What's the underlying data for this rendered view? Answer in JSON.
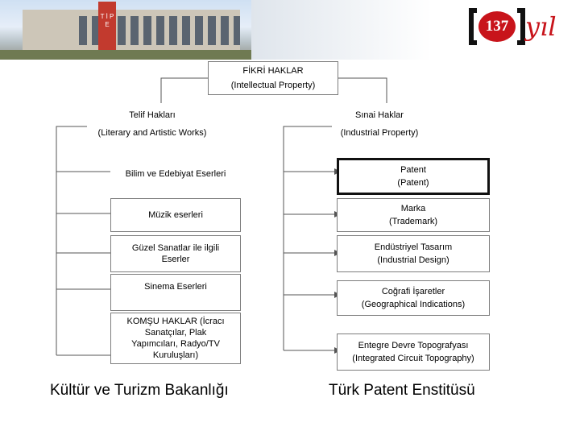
{
  "banner": {
    "tower_text": "T İ P E",
    "logo_number": "137",
    "logo_suffix": "yıl"
  },
  "root": {
    "title": "FİKRİ HAKLAR",
    "subtitle": "(Intellectual Property)"
  },
  "left_branch": {
    "title": "Telif Hakları",
    "subtitle": "(Literary and Artistic Works)",
    "items": [
      {
        "text": "Bilim ve Edebiyat Eserleri"
      },
      {
        "text": "Müzik eserleri"
      },
      {
        "text": "Güzel Sanatlar ile ilgili Eserler"
      },
      {
        "text": "Sinema Eserleri"
      },
      {
        "text": "KOMŞU HAKLAR (İcracı Sanatçılar, Plak Yapımcıları, Radyo/TV Kuruluşları)"
      }
    ],
    "footer": "Kültür ve Turizm Bakanlığı"
  },
  "right_branch": {
    "title": "Sınai Haklar",
    "subtitle": "(Industrial Property)",
    "items": [
      {
        "title": "Patent",
        "subtitle": "(Patent)"
      },
      {
        "title": "Marka",
        "subtitle": "(Trademark)"
      },
      {
        "title": "Endüstriyel Tasarım",
        "subtitle": "(Industrial Design)"
      },
      {
        "title": "Coğrafi İşaretler",
        "subtitle": "(Geographical Indications)"
      },
      {
        "title": "Entegre Devre Topografyası",
        "subtitle": "(Integrated Circuit Topography)"
      }
    ],
    "footer": "Türk Patent Enstitüsü"
  }
}
